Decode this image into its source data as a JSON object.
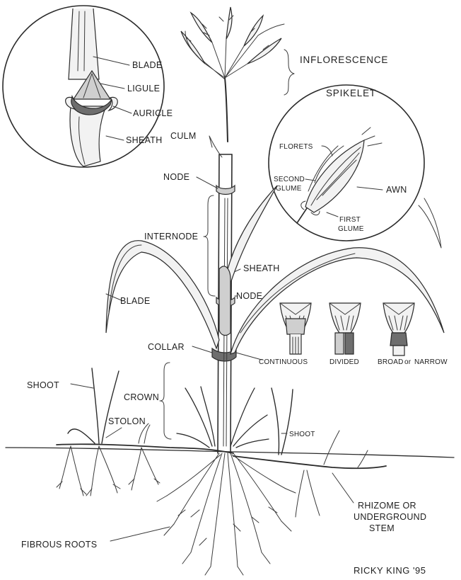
{
  "labels": {
    "blade_inset": "BLADE",
    "ligule": "LIGULE",
    "auricle": "AURICLE",
    "sheath_inset": "SHEATH",
    "inflorescence": "INFLORESCENCE",
    "spikelet": "SPIKELET",
    "florets": "FLORETS",
    "second_glume_1": "SECOND",
    "second_glume_2": "GLUME",
    "awn": "AWN",
    "first_glume_1": "FIRST",
    "first_glume_2": "GLUME",
    "culm": "CULM",
    "node_top": "NODE",
    "internode": "INTERNODE",
    "sheath": "SHEATH",
    "node_mid": "NODE",
    "blade": "BLADE",
    "collar": "COLLAR",
    "continuous": "CONTINUOUS",
    "divided": "DIVIDED",
    "broad_or": "BROAD",
    "or": "or",
    "narrow": "NARROW",
    "shoot_left": "SHOOT",
    "crown": "CROWN",
    "stolon": "STOLON",
    "shoot_right": "SHOOT",
    "rhizome_1": "RHIZOME OR",
    "rhizome_2": "UNDERGROUND",
    "rhizome_3": "STEM",
    "fibrous_roots": "FIBROUS ROOTS",
    "signature": "RICKY KING '95"
  }
}
